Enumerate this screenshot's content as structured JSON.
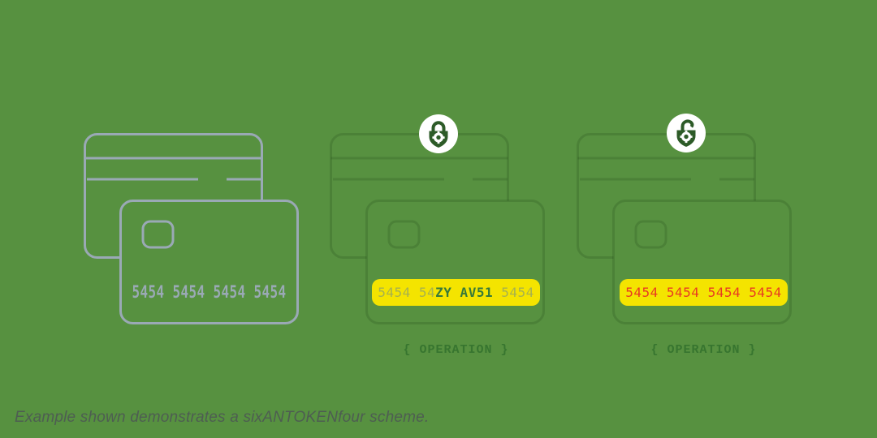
{
  "card": {
    "number": "5454 5454 5454 5454"
  },
  "tokenize_step": {
    "icon": "lock-closed",
    "pan_prefix": "5454 54",
    "token": "ZY AV51",
    "pan_suffix": " 5454",
    "operation_label": "{ OPERATION }"
  },
  "detokenize_step": {
    "icon": "lock-open",
    "pan": "5454 5454 5454 5454",
    "operation_label": "{ OPERATION }"
  },
  "caption": "Example shown demonstrates a sixANTOKENfour scheme.",
  "colors": {
    "background": "#579140",
    "card_outline": "#9AA9B5",
    "highlight_yellow": "#F4E400",
    "masked_digits_olive": "#A6B14E",
    "token_dark_green": "#37793A",
    "revealed_digits_red": "#E83A22",
    "operation_green": "#37752F",
    "caption_gray": "#4E5D52",
    "lock_glyph_green": "#2D5B28"
  }
}
